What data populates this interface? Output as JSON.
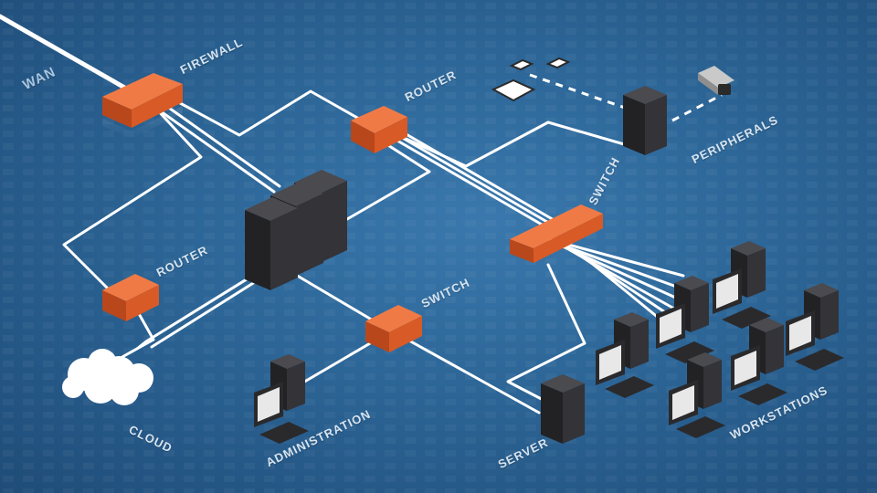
{
  "labels": {
    "wan": "WAN",
    "firewall": "FIREWALL",
    "router_top": "ROUTER",
    "router_left": "ROUTER",
    "switch_right": "SWITCH",
    "switch_center": "SWITCH",
    "peripherals": "PERIPHERALS",
    "workstations": "WORKSTATIONS",
    "server": "SERVER",
    "administration": "ADMINISTRATION",
    "cloud": "CLOUD"
  },
  "colors": {
    "background": "#2c6596",
    "cable": "#ffffff",
    "device_orange": "#e2622e",
    "server_dark": "#2b2b2e",
    "label_text": "#d6e4f0"
  },
  "icons": [
    "firewall-icon",
    "router-icon",
    "switch-icon",
    "server-rack-icon",
    "cloud-icon",
    "workstation-icon",
    "camera-icon",
    "tablet-icon"
  ]
}
